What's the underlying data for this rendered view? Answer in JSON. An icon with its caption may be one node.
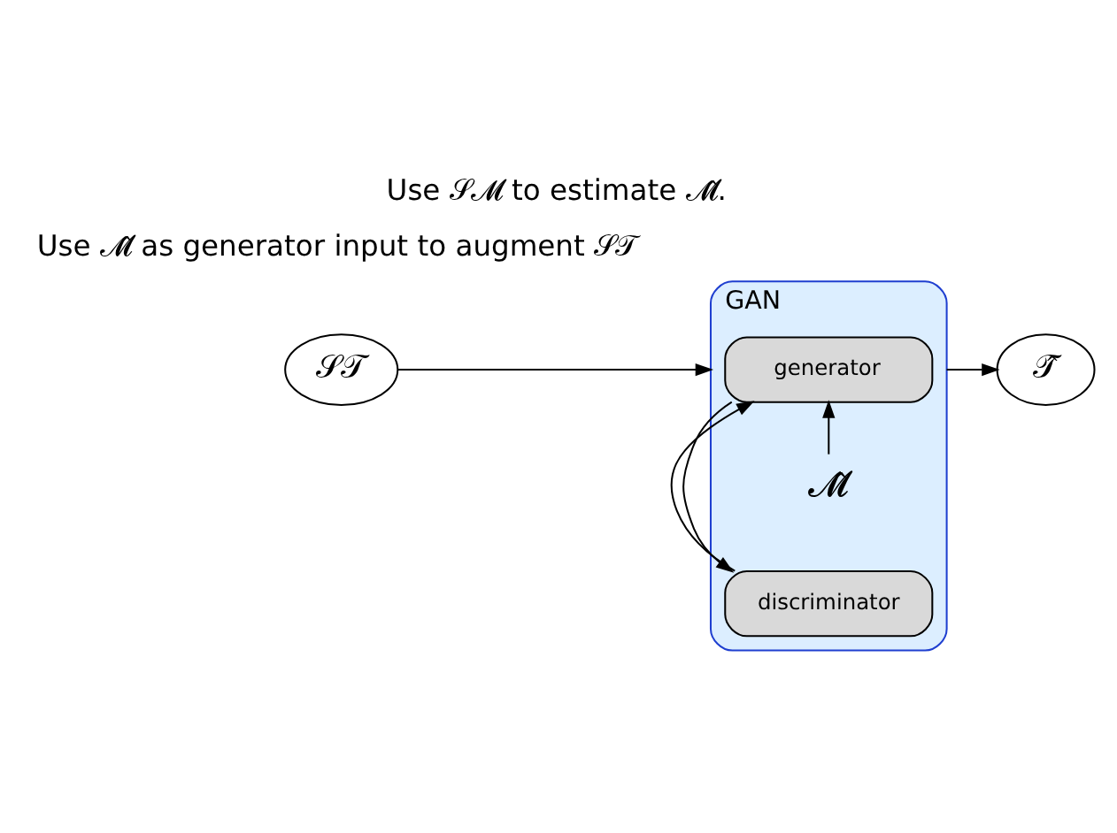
{
  "diagram": {
    "title": "Use 𝒮𝓜 to estimate 𝓜̂.",
    "nodes": [
      {
        "text": [
          "GAN"
        ]
      },
      {
        "text": [
          "𝓜̂"
        ],
        "in": 0
      },
      {
        "text": [
          "generator"
        ],
        "in": 0
      },
      {
        "text": [
          "discriminator"
        ],
        "in": 0
      },
      {
        "text": [
          "𝒮𝒯"
        ]
      },
      {
        "text": [
          "𝒯̂"
        ]
      }
    ],
    "edges": [
      {
        "from": 1,
        "to": 2,
        "arrow": "to"
      },
      {
        "from": 2,
        "to": 3,
        "arrow": "to"
      },
      {
        "from": 3,
        "to": 2,
        "arrow": "to"
      },
      {
        "from": 4,
        "to": 0,
        "arrow": "to"
      },
      {
        "from": 0,
        "to": 5,
        "arrow": "to"
      }
    ],
    "labels": [
      "Use 𝓜̂ as generator input to augment 𝒮𝒯"
    ]
  }
}
